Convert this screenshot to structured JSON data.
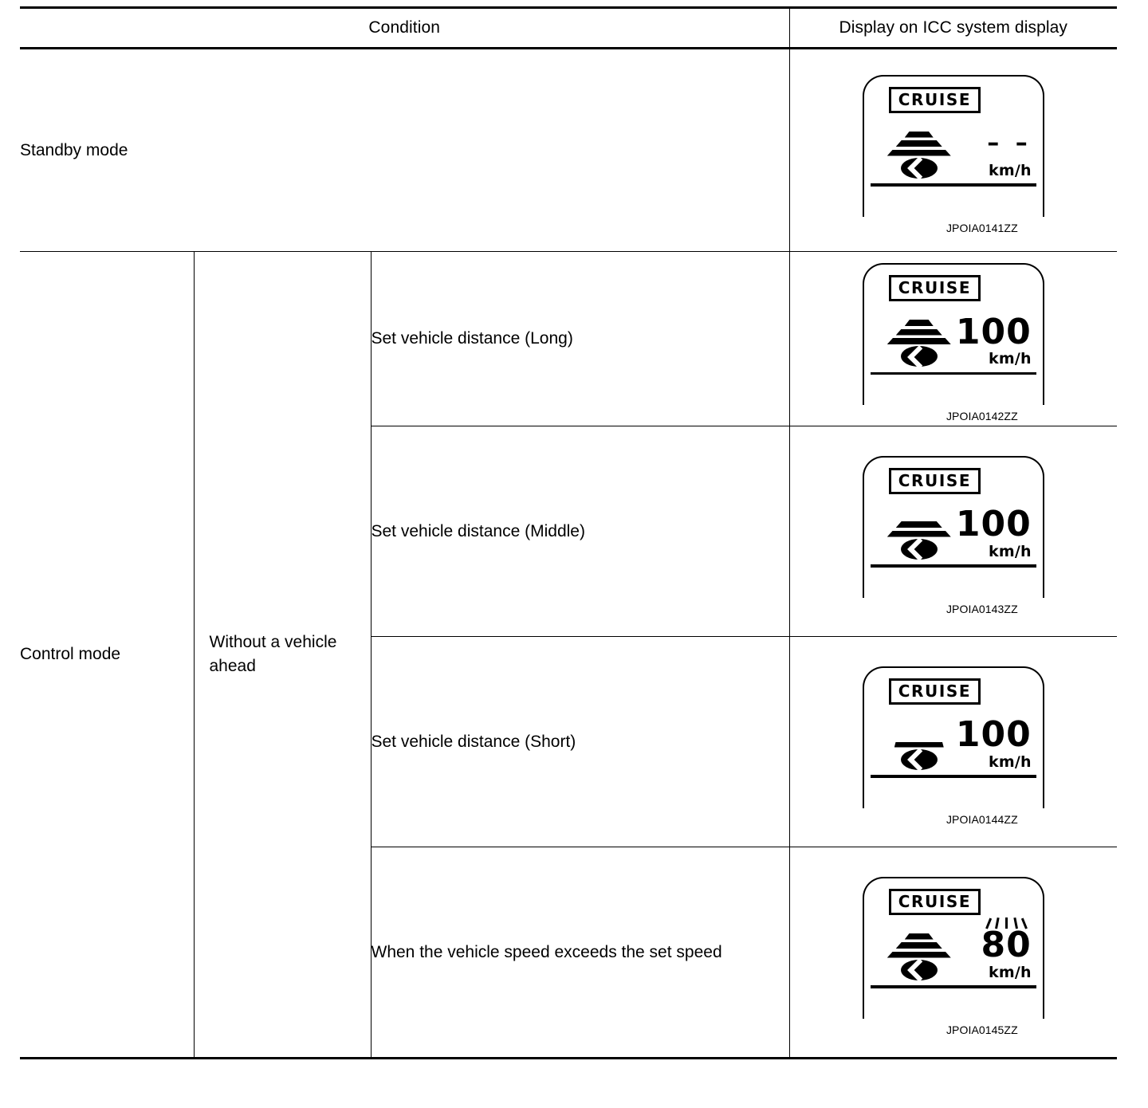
{
  "table": {
    "headers": {
      "condition": "Condition",
      "display": "Display on ICC system display"
    },
    "rows": [
      {
        "mode": "Standby mode",
        "sub_condition": "",
        "detail": "",
        "display": {
          "badge": "CRUISE",
          "distance_bars": 3,
          "distance_setting": "long",
          "speed": "– –",
          "speed_is_dashes": true,
          "unit": "km/h",
          "blinking": false,
          "figure_ref": "JPOIA0141ZZ"
        }
      },
      {
        "mode": "Control mode",
        "sub_condition": "Without a vehicle ahead",
        "detail": "Set vehicle distance (Long)",
        "display": {
          "badge": "CRUISE",
          "distance_bars": 3,
          "distance_setting": "long",
          "speed": "100",
          "speed_is_dashes": false,
          "unit": "km/h",
          "blinking": false,
          "figure_ref": "JPOIA0142ZZ"
        }
      },
      {
        "mode": "",
        "sub_condition": "",
        "detail": "Set vehicle distance (Middle)",
        "display": {
          "badge": "CRUISE",
          "distance_bars": 2,
          "distance_setting": "middle",
          "speed": "100",
          "speed_is_dashes": false,
          "unit": "km/h",
          "blinking": false,
          "figure_ref": "JPOIA0143ZZ"
        }
      },
      {
        "mode": "",
        "sub_condition": "",
        "detail": "Set vehicle distance (Short)",
        "display": {
          "badge": "CRUISE",
          "distance_bars": 1,
          "distance_setting": "short",
          "speed": "100",
          "speed_is_dashes": false,
          "unit": "km/h",
          "blinking": false,
          "figure_ref": "JPOIA0144ZZ"
        }
      },
      {
        "mode": "",
        "sub_condition": "",
        "detail": "When the vehicle speed exceeds the set speed",
        "display": {
          "badge": "CRUISE",
          "distance_bars": 3,
          "distance_setting": "long",
          "speed": "80",
          "speed_is_dashes": false,
          "unit": "km/h",
          "blinking": true,
          "figure_ref": "JPOIA0145ZZ"
        }
      }
    ]
  },
  "icons": {
    "distance_bars": "vehicle-distance-bars-icon",
    "ego_vehicle": "own-vehicle-marker-icon",
    "blink_rays": "blinking-indicator-icon"
  },
  "colors": {
    "ink": "#000000",
    "paper": "#ffffff"
  }
}
